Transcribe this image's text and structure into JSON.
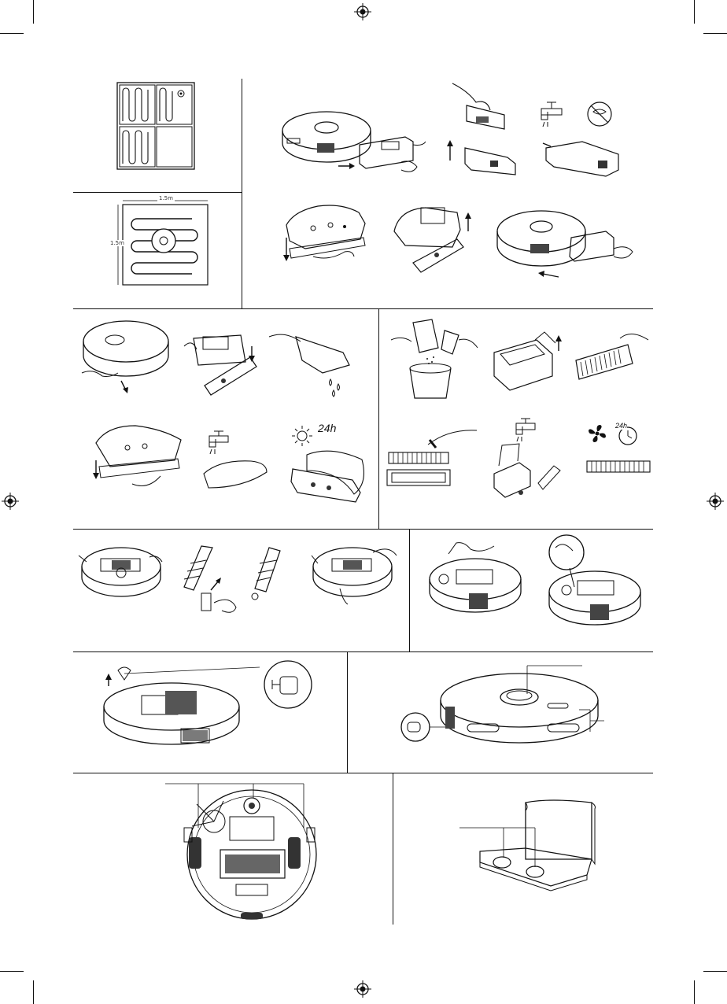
{
  "page": {
    "background": "#ffffff",
    "ink": "#111111"
  },
  "labels": {
    "room_width": "1.5m",
    "room_height": "1.5m",
    "dry_time_mop": "24h",
    "dry_time_filter": "24h"
  },
  "icons": [
    "registration-mark-icon",
    "tap-water-icon",
    "no-washing-machine-icon",
    "sun-icon",
    "fan-icon",
    "clock-icon",
    "arrow-icon"
  ]
}
